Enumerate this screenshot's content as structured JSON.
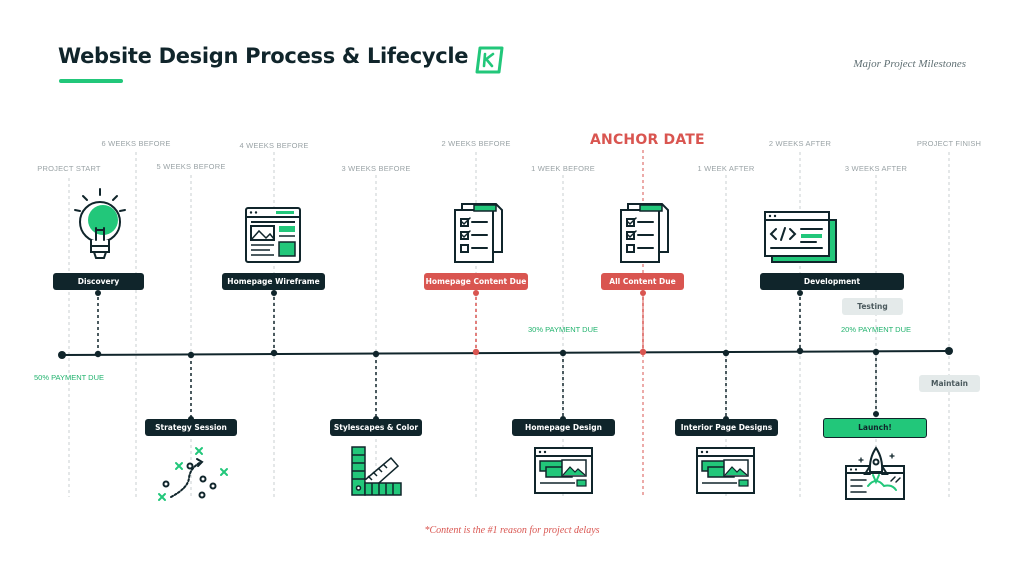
{
  "title": "Website Design Process & Lifecycle",
  "subtitle": "Major Project Milestones",
  "anchor_label": "ANCHOR DATE",
  "footnote": "*Content is the #1 reason for project delays",
  "colors": {
    "dark": "#10252b",
    "green": "#22c77a",
    "red": "#d95550",
    "grey_line": "#c9cfd1",
    "pill_grey": "#e4eaea"
  },
  "time_labels": [
    "PROJECT START",
    "6 WEEKS BEFORE",
    "5 WEEKS BEFORE",
    "4 WEEKS BEFORE",
    "3 WEEKS BEFORE",
    "2 WEEKS BEFORE",
    "1 WEEK BEFORE",
    "1 WEEK AFTER",
    "2 WEEKS AFTER",
    "3 WEEKS AFTER",
    "PROJECT FINISH"
  ],
  "milestones": {
    "discovery": "Discovery",
    "homepage_wireframe": "Homepage Wireframe",
    "homepage_content_due": "Homepage Content Due",
    "all_content_due": "All Content Due",
    "development": "Development",
    "testing": "Testing",
    "strategy_session": "Strategy Session",
    "stylescapes": "Stylescapes & Color",
    "homepage_design": "Homepage Design",
    "interior_designs": "Interior Page Designs",
    "launch": "Launch!",
    "maintain": "Maintain"
  },
  "payments": {
    "p50": "50% PAYMENT DUE",
    "p30": "30% PAYMENT DUE",
    "p20": "20% PAYMENT DUE"
  },
  "icons": [
    "lightbulb-icon",
    "wireframe-icon",
    "checklist-icon",
    "code-window-icon",
    "strategy-play-icon",
    "color-swatch-icon",
    "design-mockup-icon",
    "rocket-icon",
    "logo-icon"
  ]
}
